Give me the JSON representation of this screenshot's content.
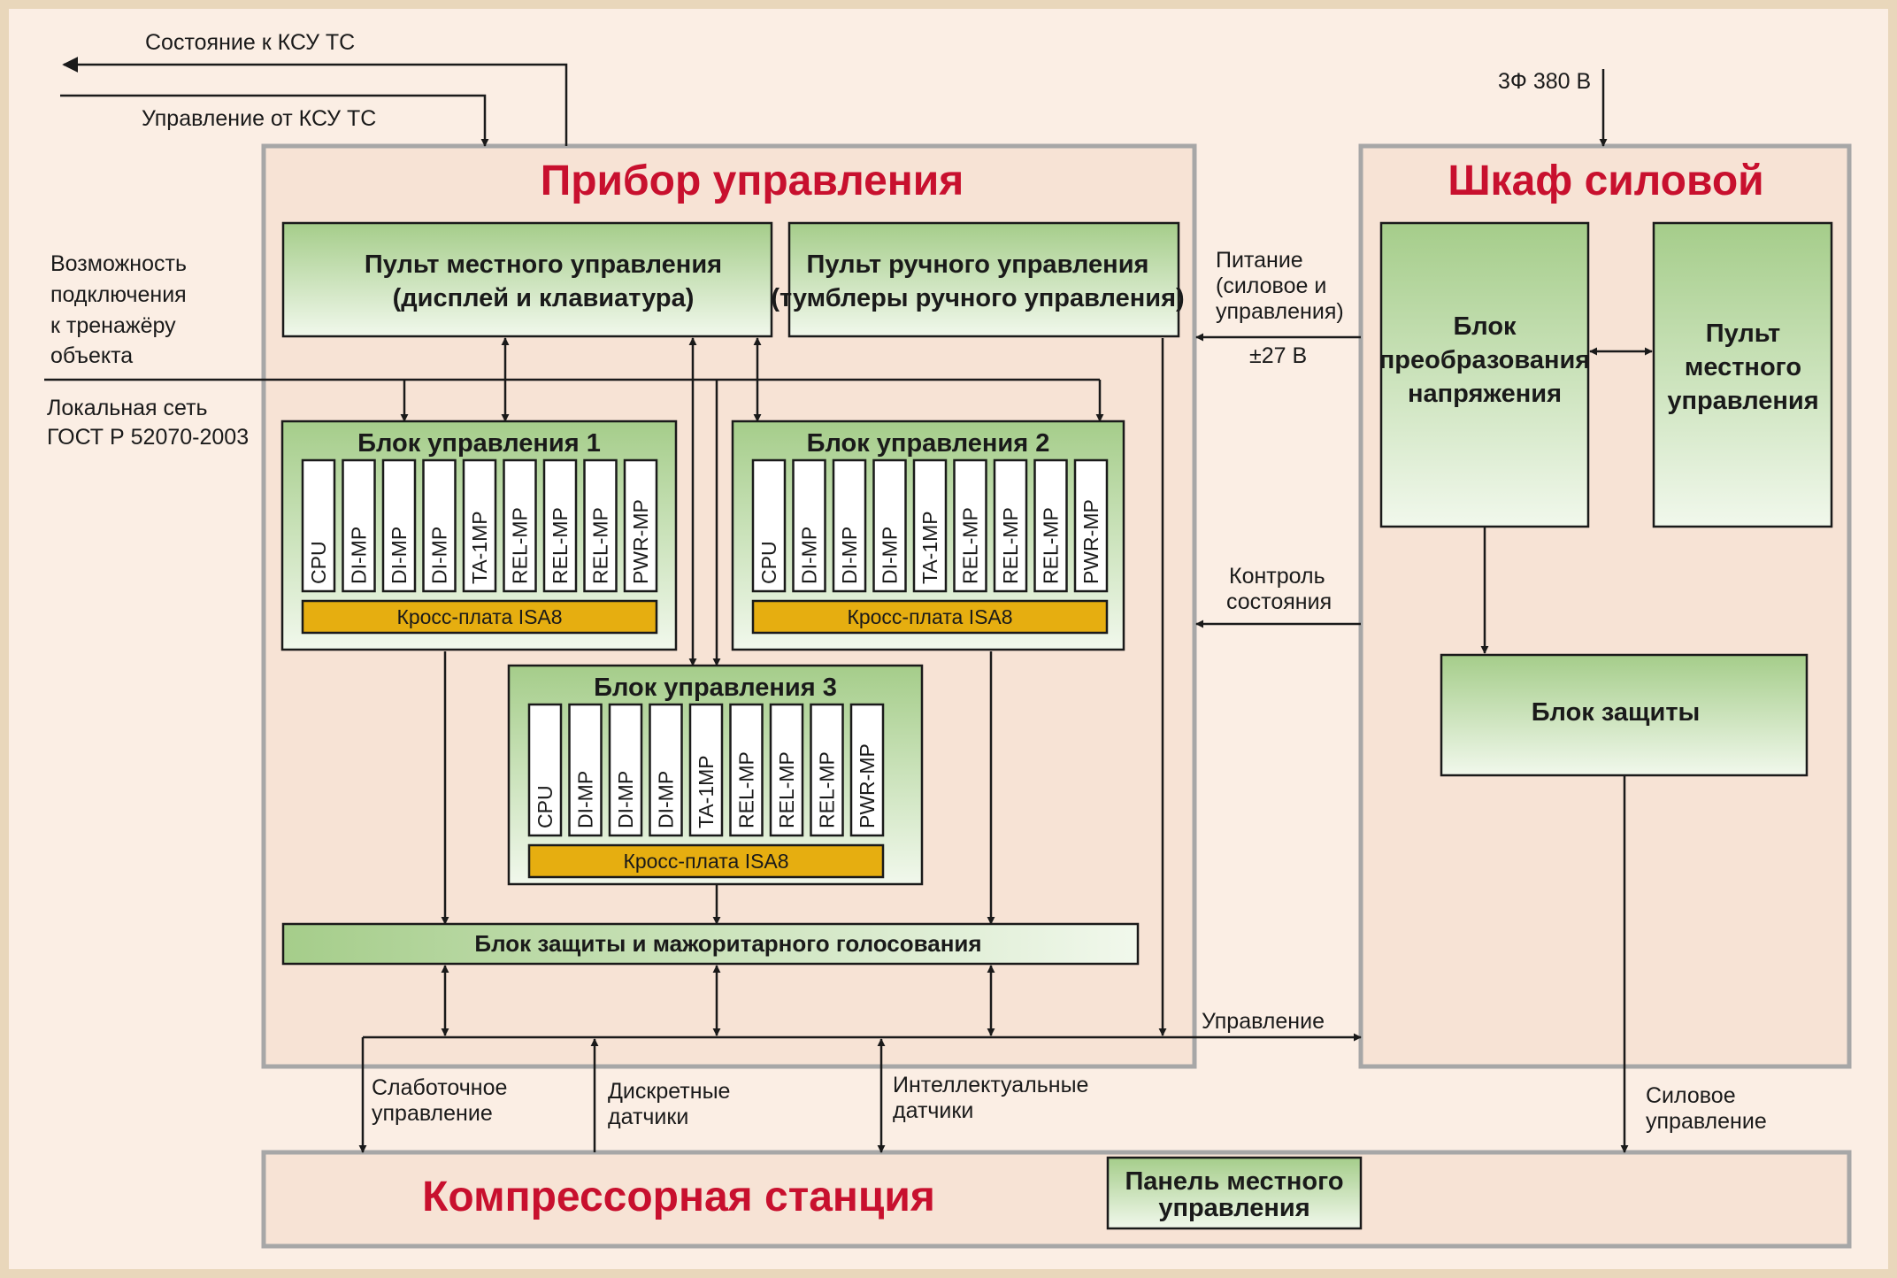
{
  "colors": {
    "background": "#fbeee4",
    "border": "#e9d7bb",
    "container_fill": "#f7e3d5",
    "container_stroke": "#a7a7a7",
    "green_top": "#a5cd8a",
    "green_bottom": "#f1f8ec",
    "cross_board": "#e6ae10",
    "title": "#c8102e",
    "line": "#1a1a1a"
  },
  "external": {
    "state_to_ksu": "Состояние к КСУ ТС",
    "control_from_ksu": "Управление от КСУ ТС",
    "power_in": "3Ф 380 В",
    "trainer": [
      "Возможность",
      "подключения",
      "к тренажёру",
      "объекта"
    ],
    "lan": [
      "Локальная сеть",
      "ГОСТ Р 52070-2003"
    ]
  },
  "control_device": {
    "title": "Прибор управления",
    "local_panel": [
      "Пульт местного управления",
      "(дисплей и клавиатура)"
    ],
    "manual_panel": [
      "Пульт ручного управления",
      "(тумблеры ручного управления)"
    ],
    "protection_voting": "Блок защиты и мажоритарного голосования"
  },
  "control_units": [
    {
      "title": "Блок управления 1",
      "cards": [
        "CPU",
        "DI-MP",
        "DI-MP",
        "DI-MP",
        "TA-1MP",
        "REL-MP",
        "REL-MP",
        "REL-MP",
        "PWR-MP"
      ],
      "cross_board": "Кросс-плата ISA8"
    },
    {
      "title": "Блок управления 2",
      "cards": [
        "CPU",
        "DI-MP",
        "DI-MP",
        "DI-MP",
        "TA-1MP",
        "REL-MP",
        "REL-MP",
        "REL-MP",
        "PWR-MP"
      ],
      "cross_board": "Кросс-плата ISA8"
    },
    {
      "title": "Блок управления 3",
      "cards": [
        "CPU",
        "DI-MP",
        "DI-MP",
        "DI-MP",
        "TA-1MP",
        "REL-MP",
        "REL-MP",
        "REL-MP",
        "PWR-MP"
      ],
      "cross_board": "Кросс-плата ISA8"
    }
  ],
  "power_cabinet": {
    "title": "Шкаф силовой",
    "converter": [
      "Блок",
      "преобразования",
      "напряжения"
    ],
    "local_panel": [
      "Пульт",
      "местного",
      "управления"
    ],
    "protection": "Блок защиты"
  },
  "links": {
    "power_supply": [
      "Питание",
      "(силовое и",
      "управления)"
    ],
    "plus_minus_27": "±27 В",
    "state_control": [
      "Контроль",
      "состояния"
    ],
    "control": "Управление",
    "low_current": [
      "Слаботочное",
      "управление"
    ],
    "discrete_sensors": [
      "Дискретные",
      "датчики"
    ],
    "smart_sensors": [
      "Интеллектуальные",
      "датчики"
    ],
    "power_control": [
      "Силовое",
      "управление"
    ]
  },
  "compressor_station": {
    "title": "Компрессорная станция",
    "local_panel": [
      "Панель местного",
      "управления"
    ]
  }
}
